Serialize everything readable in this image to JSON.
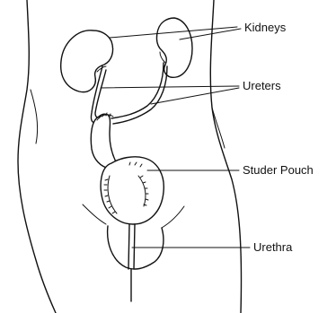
{
  "labels": {
    "kidneys": "Kidneys",
    "ureters": "Ureters",
    "studer_pouch": "Studer Pouch",
    "urethra": "Urethra"
  }
}
